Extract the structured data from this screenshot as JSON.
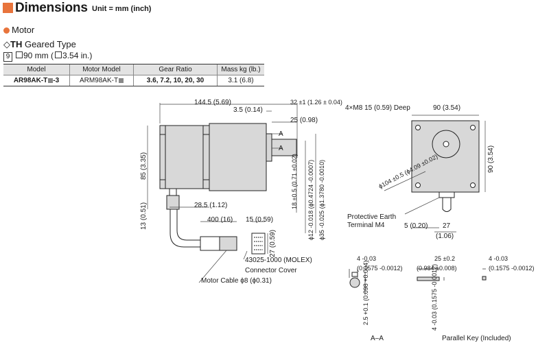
{
  "header": {
    "title": "Dimensions",
    "unit": "Unit = mm (inch)",
    "accent_color": "#e8743c"
  },
  "section": {
    "label": "Motor",
    "type_prefix": "◇",
    "type_bold": "TH",
    "type_rest": " Geared Type",
    "size_number": "9",
    "size_text_1": "90 mm (",
    "size_text_2": "3.54 in.)"
  },
  "table": {
    "headers": [
      "Model",
      "Motor Model",
      "Gear Ratio",
      "Mass kg (lb.)"
    ],
    "row": {
      "model_a": "AR98AK-T",
      "model_b": "-3",
      "motor_model": "ARM98AK-T",
      "gear_ratio": "3.6, 7.2, 10, 20, 30",
      "mass": "3.1 (6.8)"
    }
  },
  "dims": {
    "d1445": "144.5 (5.69)",
    "d32": "32 ±1 (1.26 ± 0.04)",
    "d35": "3.5 (0.14)",
    "d25": "25 (0.98)",
    "a1": "A",
    "a2": "A",
    "d85": "85 (3.35)",
    "d13": "13 (0.51)",
    "d285": "28.5 (1.12)",
    "d400": "400 (16)",
    "d15": "15 (0.59)",
    "d27v": "27 (0.59)",
    "d18": "18 ±0.5 (0.71 ±0.02)",
    "d12": "ϕ12 -0.018 (ϕ0.4724 -0.0007)",
    "d35b": "ϕ35 -0.025 (ϕ1.3780 -0.0010)",
    "molex": "43025-1000 (MOLEX)",
    "cover": "Connector Cover",
    "cable": "Motor Cable ϕ8 (ϕ0.31)",
    "m8": "4×M8 15 (0.59) Deep",
    "d90h": "90 (3.54)",
    "d90v": "90 (3.54)",
    "d104": "ϕ104 ±0.5 (ϕ4.09 ±0.02)",
    "pe1": "Protective Earth",
    "pe2": "Terminal M4",
    "d5": "5 (0.20)",
    "d27b": "27",
    "d106": "(1.06)",
    "k4a": "4 -0.03",
    "k4a_in": "(0.1575 -0.0012)",
    "k25": "2.5 +0.1 (0.098 +0.004)",
    "k25d": "25 ±0.2",
    "k25d_in": "(0.984 ±0.008)",
    "k4b": "4 -0.03",
    "k4b_in": "(0.1575 -0.0012)",
    "k4c": "4 -0.03 (0.1575 -0.0012)",
    "cap_aa": "A–A",
    "cap_key": "Parallel Key (Included)"
  }
}
